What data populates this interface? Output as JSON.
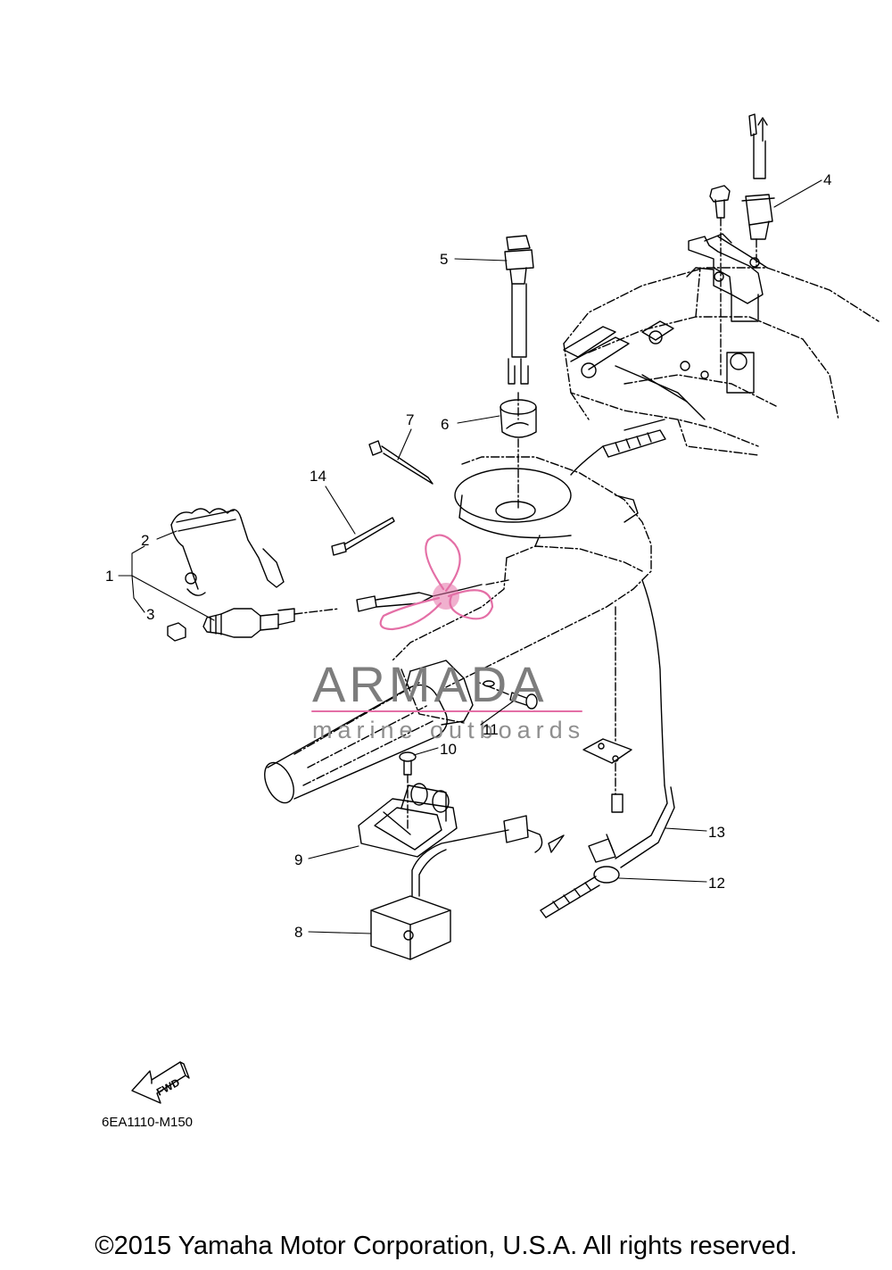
{
  "diagram": {
    "part_labels": [
      "1",
      "2",
      "3",
      "4",
      "5",
      "6",
      "7",
      "8",
      "9",
      "10",
      "11",
      "12",
      "13",
      "14"
    ],
    "fwd_label": "FWD",
    "drawing_code": "6EA1110-M150"
  },
  "watermark": {
    "brand": "ARMADA",
    "tagline": "marine outboards",
    "accent_color": "#e46fa6"
  },
  "footer": {
    "copyright": "©2015 Yamaha Motor Corporation, U.S.A. All rights reserved."
  }
}
